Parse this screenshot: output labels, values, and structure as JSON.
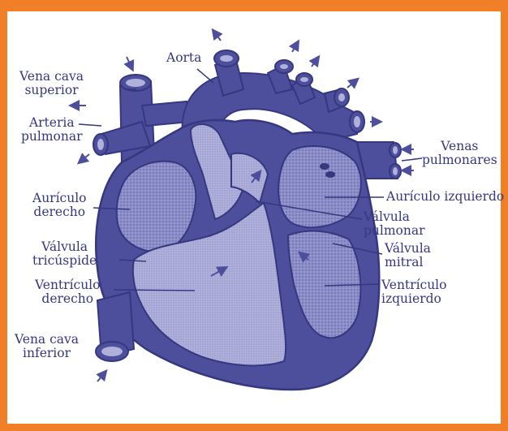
{
  "colors": {
    "frame": "#f07f28",
    "heart": "#4e4f9c",
    "heart_dark": "#35377f",
    "chamber": "#8d8fc8",
    "chamber_light": "#b0b1db",
    "text": "#35377f"
  },
  "labels": {
    "vena_cava_superior": [
      "Vena cava",
      "superior"
    ],
    "aorta": "Aorta",
    "arteria_pulmonar": [
      "Arteria",
      "pulmonar"
    ],
    "venas_pulmonares": [
      "Venas",
      "pulmonares"
    ],
    "auriculo_derecho": [
      "Aurículo",
      "derecho"
    ],
    "auriculo_izquierdo": "Aurículo  izquierdo",
    "valvula_pulmonar": [
      "Válvula",
      "pulmonar"
    ],
    "valvula_tricuspide": [
      "Válvula",
      "tricúspide"
    ],
    "valvula_mitral": [
      "Válvula",
      "mitral"
    ],
    "ventriculo_derecho": [
      "Ventrículo",
      "derecho"
    ],
    "ventriculo_izquierdo": [
      "Ventrículo",
      "izquierdo"
    ],
    "vena_cava_inferior": [
      "Vena cava",
      "inferior"
    ]
  }
}
